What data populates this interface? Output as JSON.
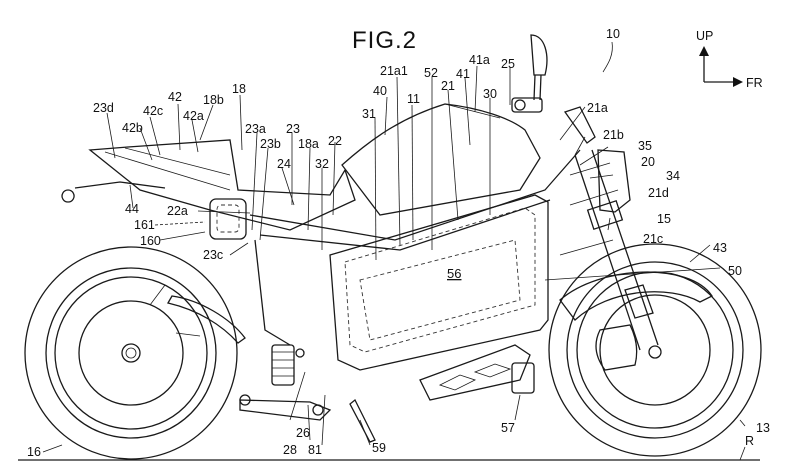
{
  "figure": {
    "title": "FIG.2",
    "reference_numeral": "10",
    "axes": {
      "up_label": "UP",
      "forward_label": "FR"
    },
    "main_component_label": "56"
  },
  "labels": [
    {
      "id": "23d",
      "text": "23d"
    },
    {
      "id": "42c",
      "text": "42c"
    },
    {
      "id": "42",
      "text": "42"
    },
    {
      "id": "18b",
      "text": "18b"
    },
    {
      "id": "18",
      "text": "18"
    },
    {
      "id": "42b",
      "text": "42b"
    },
    {
      "id": "42a",
      "text": "42a"
    },
    {
      "id": "23a",
      "text": "23a"
    },
    {
      "id": "23b",
      "text": "23b"
    },
    {
      "id": "23",
      "text": "23"
    },
    {
      "id": "18a",
      "text": "18a"
    },
    {
      "id": "22",
      "text": "22"
    },
    {
      "id": "24",
      "text": "24"
    },
    {
      "id": "32",
      "text": "32"
    },
    {
      "id": "31",
      "text": "31"
    },
    {
      "id": "40",
      "text": "40"
    },
    {
      "id": "21a1",
      "text": "21a1"
    },
    {
      "id": "11",
      "text": "11"
    },
    {
      "id": "52",
      "text": "52"
    },
    {
      "id": "21",
      "text": "21"
    },
    {
      "id": "41",
      "text": "41"
    },
    {
      "id": "41a",
      "text": "41a"
    },
    {
      "id": "30",
      "text": "30"
    },
    {
      "id": "25",
      "text": "25"
    },
    {
      "id": "21a",
      "text": "21a"
    },
    {
      "id": "21b",
      "text": "21b"
    },
    {
      "id": "35",
      "text": "35"
    },
    {
      "id": "20",
      "text": "20"
    },
    {
      "id": "34",
      "text": "34"
    },
    {
      "id": "21d",
      "text": "21d"
    },
    {
      "id": "15",
      "text": "15"
    },
    {
      "id": "21c",
      "text": "21c"
    },
    {
      "id": "43",
      "text": "43"
    },
    {
      "id": "50",
      "text": "50"
    },
    {
      "id": "44",
      "text": "44"
    },
    {
      "id": "22a",
      "text": "22a"
    },
    {
      "id": "161",
      "text": "161"
    },
    {
      "id": "160",
      "text": "160"
    },
    {
      "id": "23c",
      "text": "23c"
    },
    {
      "id": "16",
      "text": "16"
    },
    {
      "id": "26",
      "text": "26"
    },
    {
      "id": "28",
      "text": "28"
    },
    {
      "id": "81",
      "text": "81"
    },
    {
      "id": "59",
      "text": "59"
    },
    {
      "id": "57",
      "text": "57"
    },
    {
      "id": "13",
      "text": "13"
    },
    {
      "id": "R",
      "text": "R"
    }
  ]
}
